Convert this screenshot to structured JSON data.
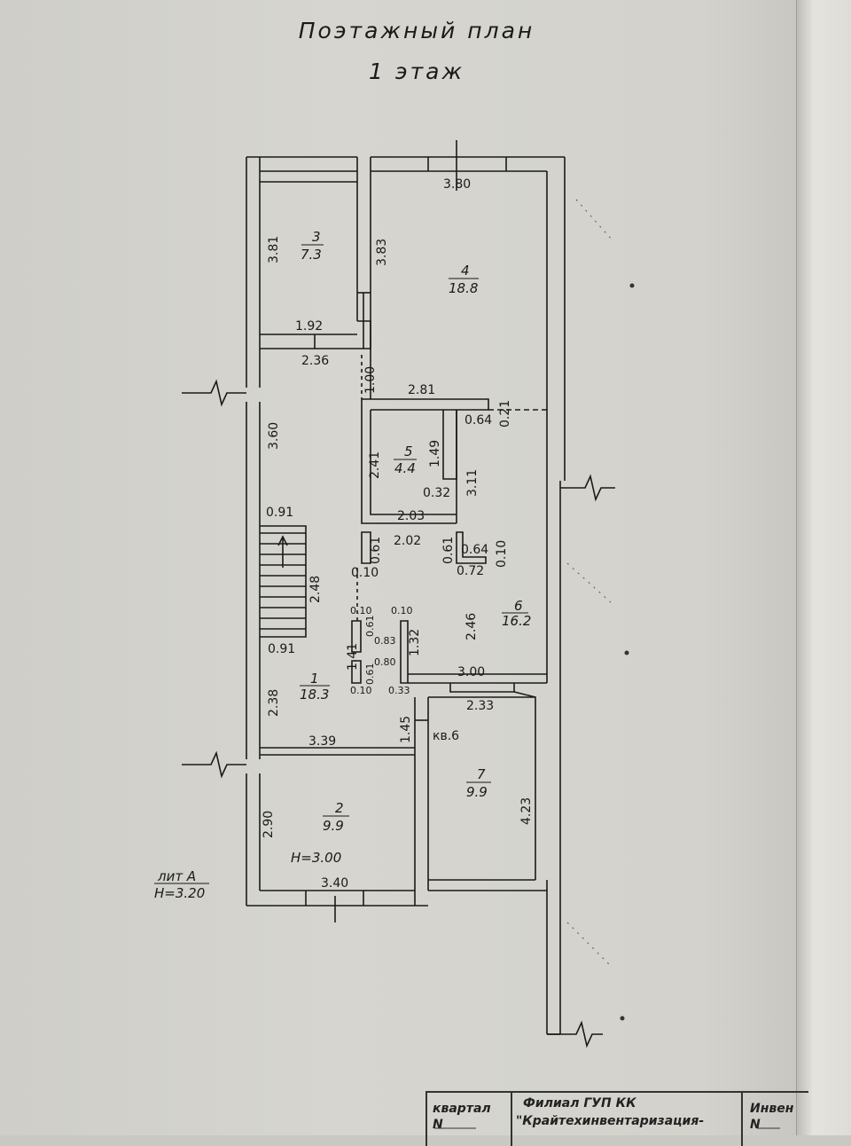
{
  "header": {
    "title_line1": "Поэтажный план",
    "title_line2": "1 этаж"
  },
  "rooms": [
    {
      "num": "1",
      "area": "18.3"
    },
    {
      "num": "2",
      "area": "9.9"
    },
    {
      "num": "3",
      "area": "7.3"
    },
    {
      "num": "4",
      "area": "18.8"
    },
    {
      "num": "5",
      "area": "4.4"
    },
    {
      "num": "6",
      "area": "16.2"
    },
    {
      "num": "7",
      "area": "9.9"
    }
  ],
  "dims": {
    "d380": "3.80",
    "d381": "3.81",
    "d383": "3.83",
    "d192": "1.92",
    "d236": "2.36",
    "d100": "1.00",
    "d281": "2.81",
    "d021": "0.21",
    "d064a": "0.64",
    "d360": "3.60",
    "d241": "2.41",
    "d149": "1.49",
    "d032": "0.32",
    "d311": "3.11",
    "d203": "2.03",
    "d091a": "0.91",
    "d061a": "0.61",
    "d202": "2.02",
    "d061b": "0.61",
    "d064b": "0.64",
    "d010a": "0.10",
    "d072": "0.72",
    "d010b": "0.10",
    "d248": "2.48",
    "d010c": "0.10",
    "d010d": "0.10",
    "d246": "2.46",
    "d061c": "0.61",
    "d083": "0.83",
    "d091b": "0.91",
    "d141": "1.41",
    "d132": "1.32",
    "d061d": "0.61",
    "d080": "0.80",
    "d300": "3.00",
    "d238": "2.38",
    "d010e": "0.10",
    "d033": "0.33",
    "d233": "2.33",
    "d145": "1.45",
    "d339": "3.39",
    "d423": "4.23",
    "d290": "2.90",
    "d340": "3.40"
  },
  "notes": {
    "kv": "кв.6",
    "h_room": "H=3.00",
    "lit": "лит А",
    "h_lit": "H=3.20"
  },
  "stamp": {
    "kvartal": "квартал",
    "n1": "N",
    "filial_line1": "Филиал ГУП КК",
    "filial_line2": "\"Крайтехинвентаризация-",
    "inven": "Инвен",
    "n2": "N"
  }
}
